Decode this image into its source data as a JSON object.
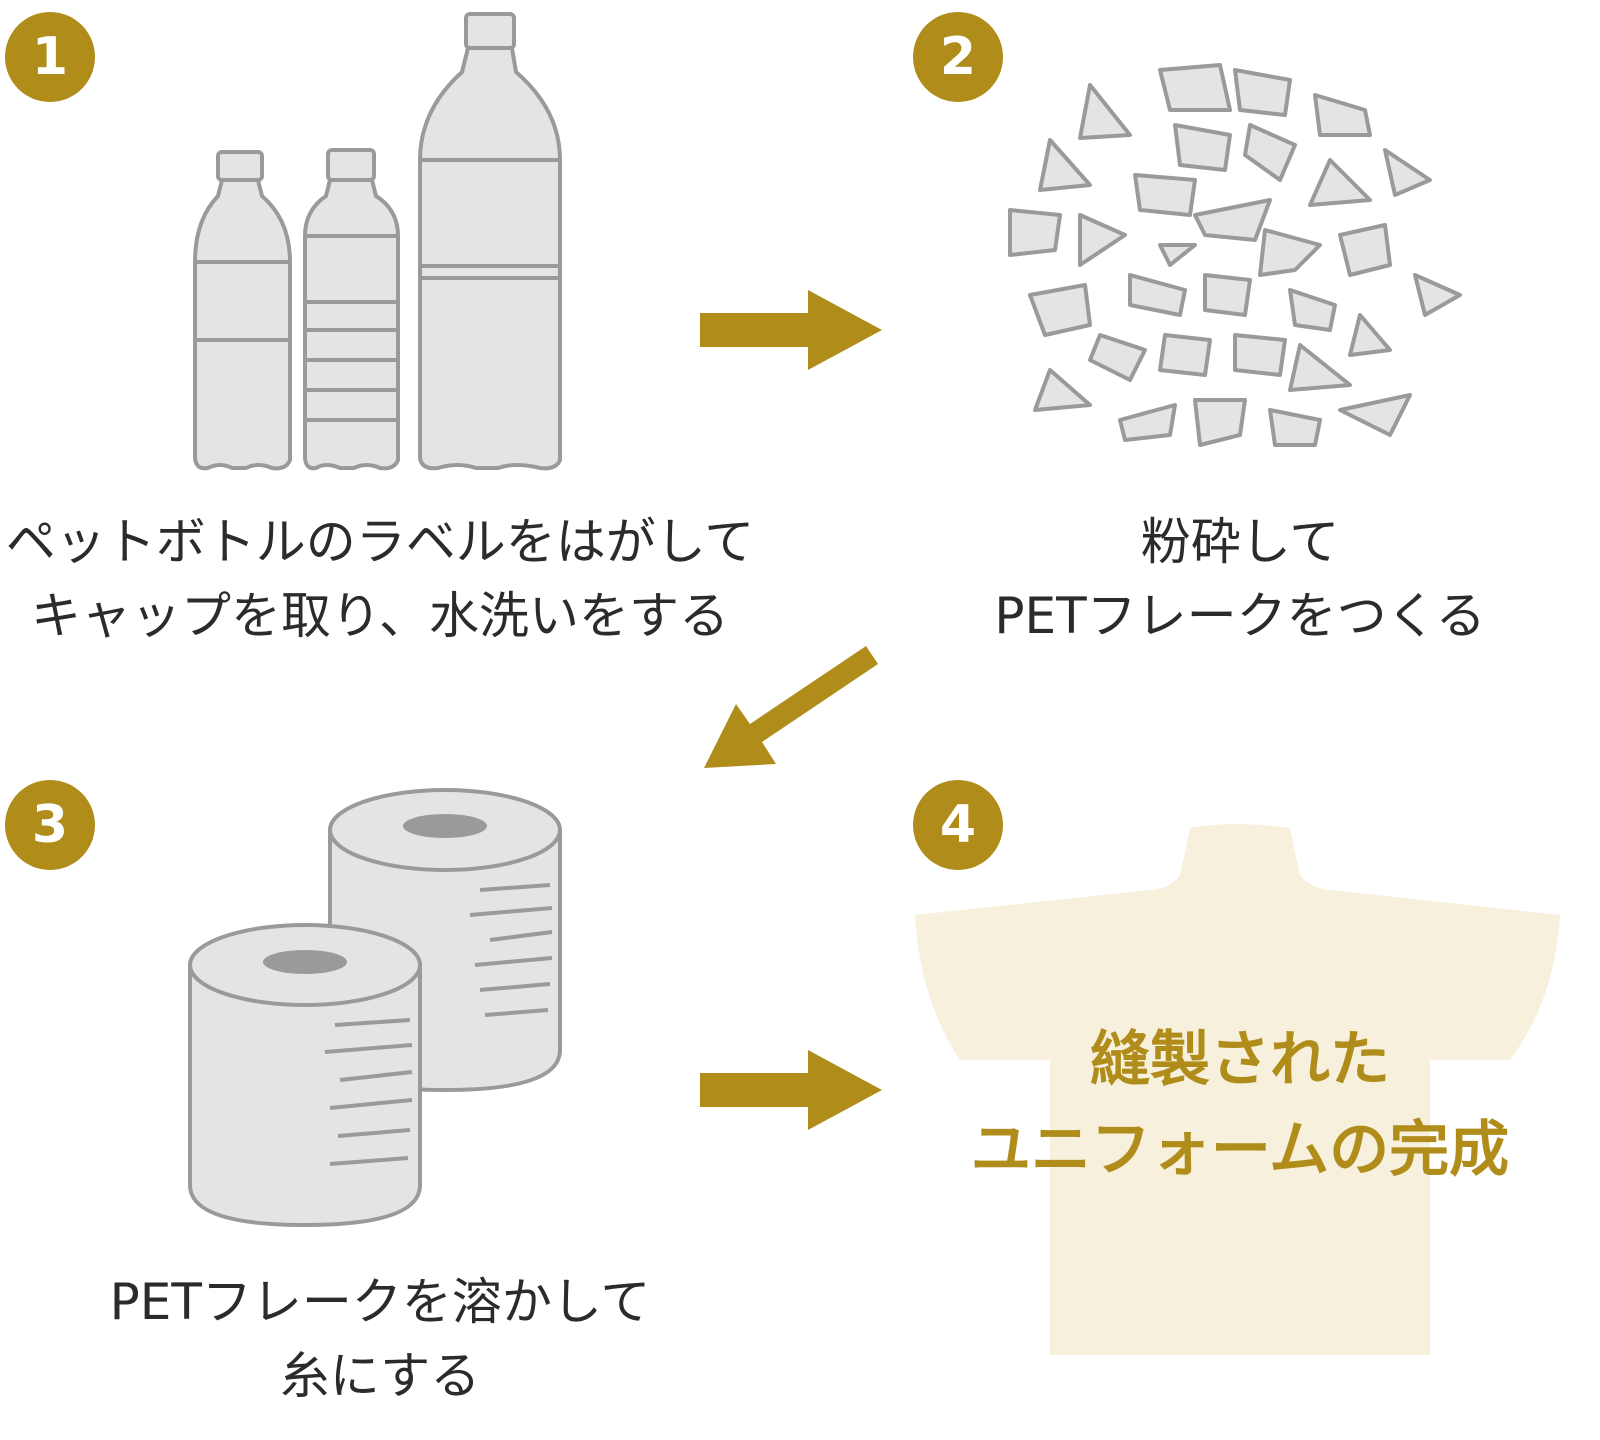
{
  "colors": {
    "accent": "#b08d1a",
    "illustration_fill": "#e4e4e4",
    "illustration_stroke": "#9a9a9a",
    "shirt": "#f6f0dc"
  },
  "steps": [
    {
      "number": "1",
      "lines": [
        "ペットボトルのラベルをはがして",
        "キャップを取り、水洗いをする"
      ],
      "icon": "pet-bottles-icon"
    },
    {
      "number": "2",
      "lines": [
        "粉砕して",
        "PETフレークをつくる"
      ],
      "icon": "pet-flakes-icon"
    },
    {
      "number": "3",
      "lines": [
        "PETフレークを溶かして",
        "糸にする"
      ],
      "icon": "yarn-spools-icon"
    },
    {
      "number": "4",
      "lines": [
        "縫製された",
        "ユニフォームの完成"
      ],
      "icon": "uniform-shirt-icon"
    }
  ]
}
